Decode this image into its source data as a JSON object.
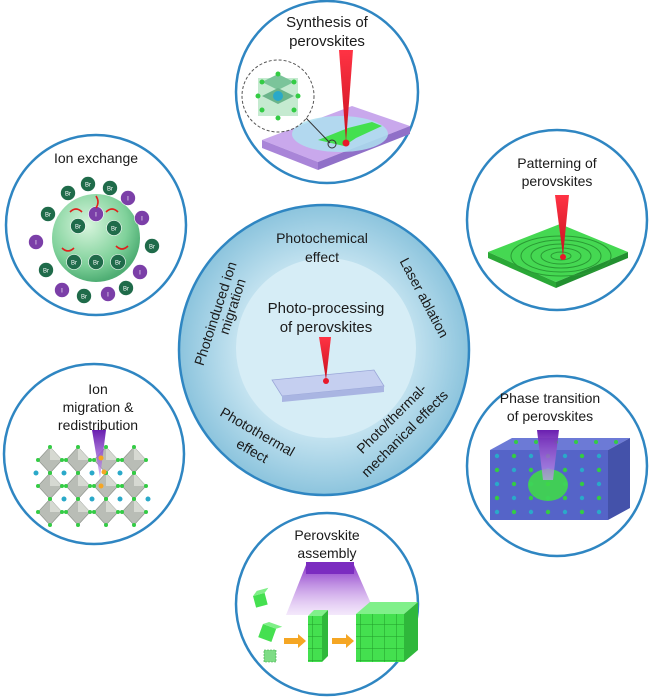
{
  "center": {
    "title_line1": "Photo-processing",
    "title_line2": "of perovskites",
    "ring_labels": {
      "photochemical_line1": "Photochemical",
      "photochemical_line2": "effect",
      "laser_ablation": "Laser ablation",
      "photoinduced_line1": "Photoinduced ion",
      "photoinduced_line2": "migration",
      "photothermal_line1": "Photothermal",
      "photothermal_line2": "effect",
      "ptm_line1": "Photo/thermal-",
      "ptm_line2": "mechanical effects"
    }
  },
  "satellites": {
    "synthesis": {
      "line1": "Synthesis of",
      "line2": "perovskites"
    },
    "patterning": {
      "line1": "Patterning of",
      "line2": "perovskites"
    },
    "ion_exchange": {
      "line1": "Ion exchange"
    },
    "ion_migration": {
      "line1": "Ion",
      "line2": "migration &",
      "line3": "redistribution"
    },
    "phase_transition": {
      "line1": "Phase transition",
      "line2": "of perovskites"
    },
    "assembly": {
      "line1": "Perovskite",
      "line2": "assembly"
    }
  },
  "ion_labels": {
    "bromide": "Br",
    "iodide": "I"
  },
  "colors": {
    "circle_border": "#2f86c2",
    "ring_fill": "#a9d3e6",
    "inner_fill": "#d4ecf5",
    "laser_red": "#e8182a",
    "laser_purple": "#8b2fc9",
    "perovskite_green": "#3fd84a",
    "arrow_orange": "#f5a623"
  }
}
